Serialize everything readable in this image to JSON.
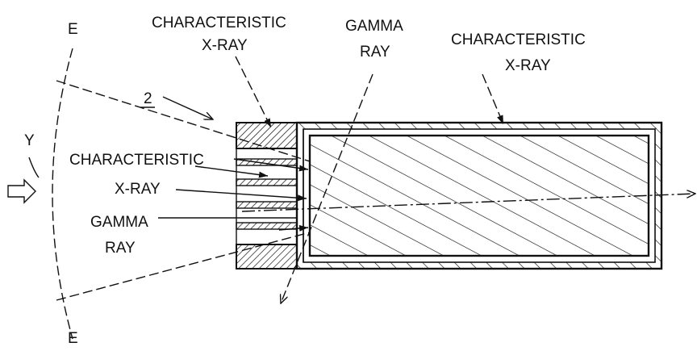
{
  "labels": {
    "char_top_line1": "CHARACTERISTIC",
    "char_top_line2": "X-RAY",
    "gamma_top_line1": "GAMMA",
    "gamma_top_line2": "RAY",
    "char_right_line1": "CHARACTERISTIC",
    "char_right_line2": "X-RAY",
    "char_left_line1": "CHARACTERISTIC",
    "char_left_line2": "X-RAY",
    "gamma_left_line1": "GAMMA",
    "gamma_left_line2": "RAY",
    "ref_numeral": "2",
    "incident_label": "Y",
    "front_top": "E",
    "front_bottom": "E"
  }
}
